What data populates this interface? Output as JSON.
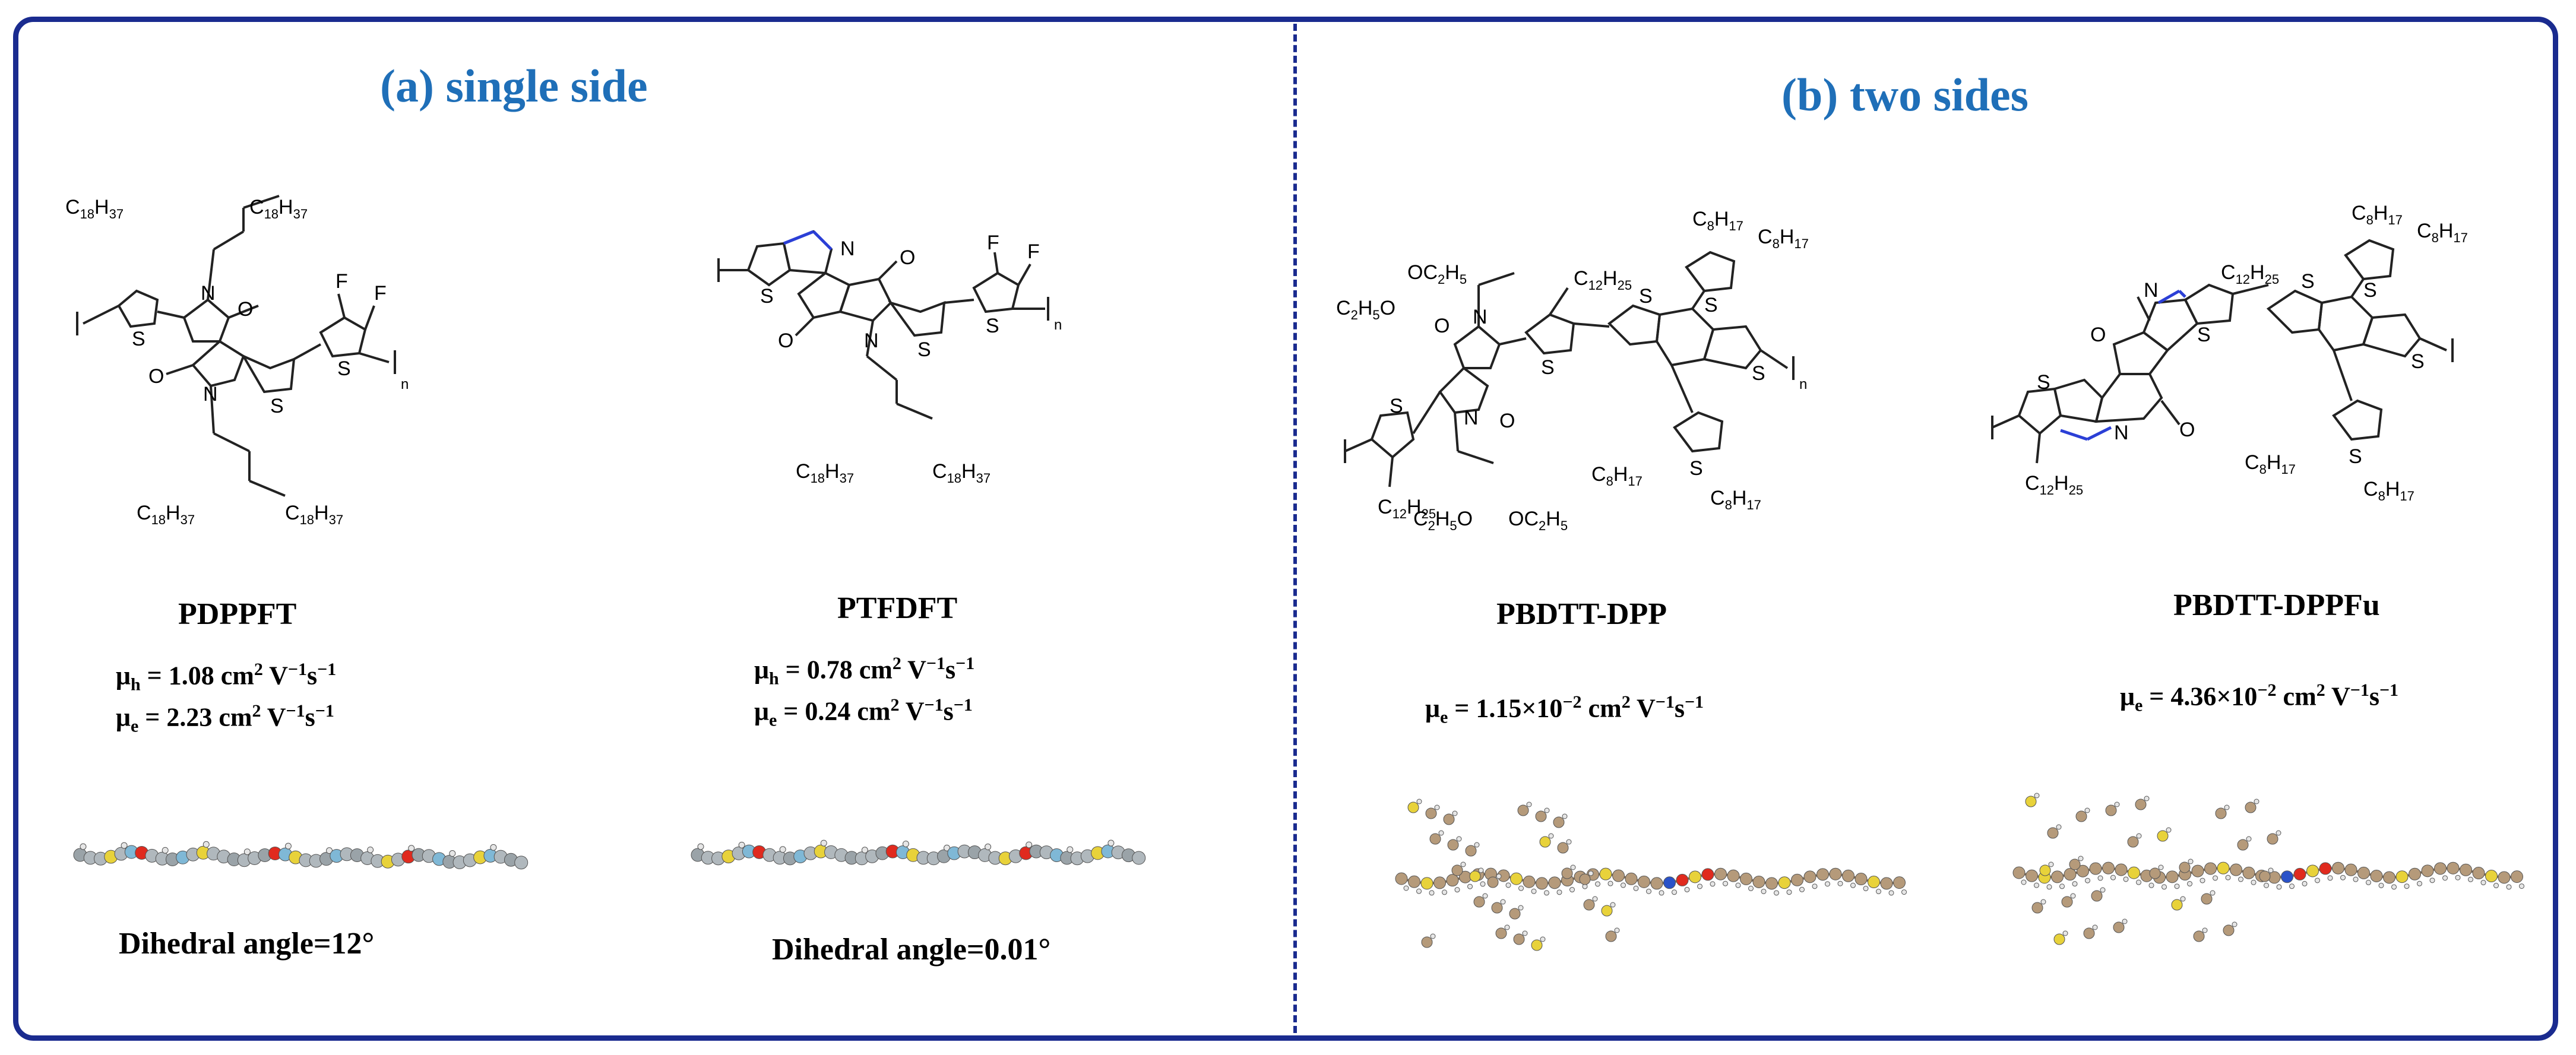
{
  "panels": {
    "a": {
      "title": "(a)  single side"
    },
    "b": {
      "title": "(b)  two sides"
    }
  },
  "molecules": [
    {
      "name": "PDPPFT",
      "mu_h": {
        "label": "μ",
        "sub": "h",
        "value": "= 1.08 cm",
        "unit_tail": " V",
        "s": "s"
      },
      "mu_e": {
        "label": "μ",
        "sub": "e",
        "value": "= 2.23 cm",
        "unit_tail": " V",
        "s": "s"
      },
      "angle": "Dihedral angle=12°"
    },
    {
      "name": "PTFDFT",
      "mu_h": {
        "label": "μ",
        "sub": "h",
        "value": "= 0.78 cm",
        "unit_tail": " V",
        "s": "s"
      },
      "mu_e": {
        "label": "μ",
        "sub": "e",
        "value": "= 0.24 cm",
        "unit_tail": " V",
        "s": "s"
      },
      "angle": "Dihedral angle=0.01°"
    },
    {
      "name": "PBDTT-DPP",
      "mu_e": {
        "label": "μ",
        "sub": "e",
        "value": "= 1.15×10",
        "exp": "−2",
        "unit": " cm",
        "unit_tail": " V",
        "s": "s"
      }
    },
    {
      "name": "PBDTT-DPPFu",
      "mu_e": {
        "label": "μ",
        "sub": "e",
        "value": "= 4.36×10",
        "exp": "−2",
        "unit": " cm",
        "unit_tail": " V",
        "s": "s"
      }
    }
  ],
  "chem_labels": {
    "c18h37": "C18H37",
    "c12h25": "C12H25",
    "c8h17": "C8H17",
    "oc2h5": "OC2H5",
    "c2h5o": "C2H5O",
    "s": "S",
    "n": "N",
    "o": "O",
    "f": "F",
    "nsub": "n"
  },
  "colors": {
    "frame": "#1a2b8f",
    "title": "#1f6fb8",
    "bond_highlight": "#2b3fd6",
    "atom_c": "#b59a7a",
    "atom_s": "#e8d23a",
    "atom_o": "#e02a1e",
    "atom_n": "#2a52c8",
    "atom_h": "#e6e6e6"
  }
}
